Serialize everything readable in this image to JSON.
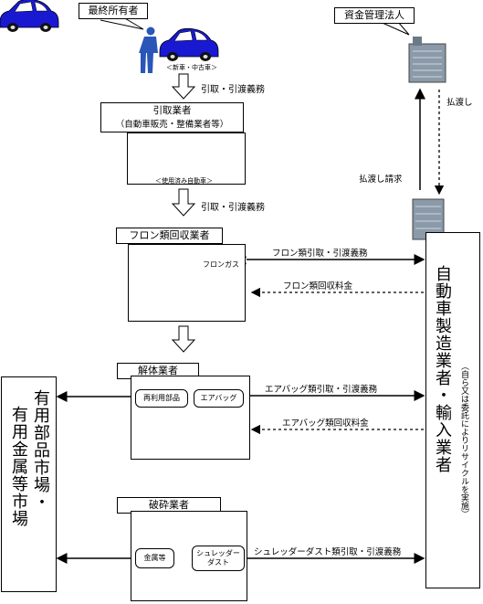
{
  "nodes": {
    "final_owner": "最終所有者",
    "new_used_car": "＜新車・中古車＞",
    "fund_corp": "資金管理法人",
    "collector": [
      "引取業者",
      "（自動車販売・整備業者等）"
    ],
    "used_car": "＜使用済み自動車＞",
    "freon_collector": "フロン類回収業者",
    "freon_gas": "フロンガス",
    "dismantler": "解体業者",
    "reuse_parts": "再利用部品",
    "airbag": "エアバッグ",
    "shredder": "破砕業者",
    "metals": "金属等",
    "shredder_dust": [
      "シュレッダー",
      "ダスト"
    ],
    "manufacturer": "自動車製造業者・輸入業者",
    "manufacturer_note": "（自ら又は委託によりリサイクルを実施）",
    "market": [
      "有用部品市場・",
      "有用金属等市場"
    ]
  },
  "flows": {
    "pickup_1": "引取・引渡義務",
    "pickup_2": "引取・引渡義務",
    "payout": "払渡し",
    "payout_request": "払渡し請求",
    "freon_obligation": "フロン類引取・引渡義務",
    "freon_fee": "フロン類回収料金",
    "airbag_obligation": "エアバッグ類引取・引渡義務",
    "airbag_fee": "エアバッグ類回収料金",
    "dust_obligation": "シュレッダーダスト類引取・引渡義務"
  }
}
